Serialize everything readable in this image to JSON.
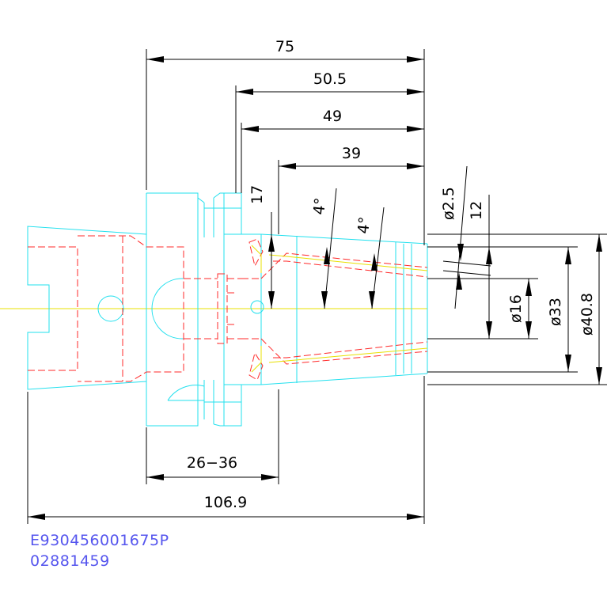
{
  "drawing": {
    "dimensions": {
      "d75": "75",
      "d50_5": "50.5",
      "d49": "49",
      "d39": "39",
      "d17": "17",
      "angle_a": "4°",
      "angle_b": "4°",
      "dia2_5": "ø2.5",
      "d12": "12",
      "dia16": "ø16",
      "dia33": "ø33",
      "dia40_8": "ø40.8",
      "d26_36": "26−36",
      "d106_9": "106.9"
    },
    "codes": {
      "part_number": "E930456001675P",
      "order_number": "02881459"
    },
    "colors": {
      "outline": "#22e0ee",
      "hidden": "#ff2a2a",
      "centerline": "#e8e000",
      "dimension": "#000000",
      "code_text": "#5555ee"
    }
  }
}
